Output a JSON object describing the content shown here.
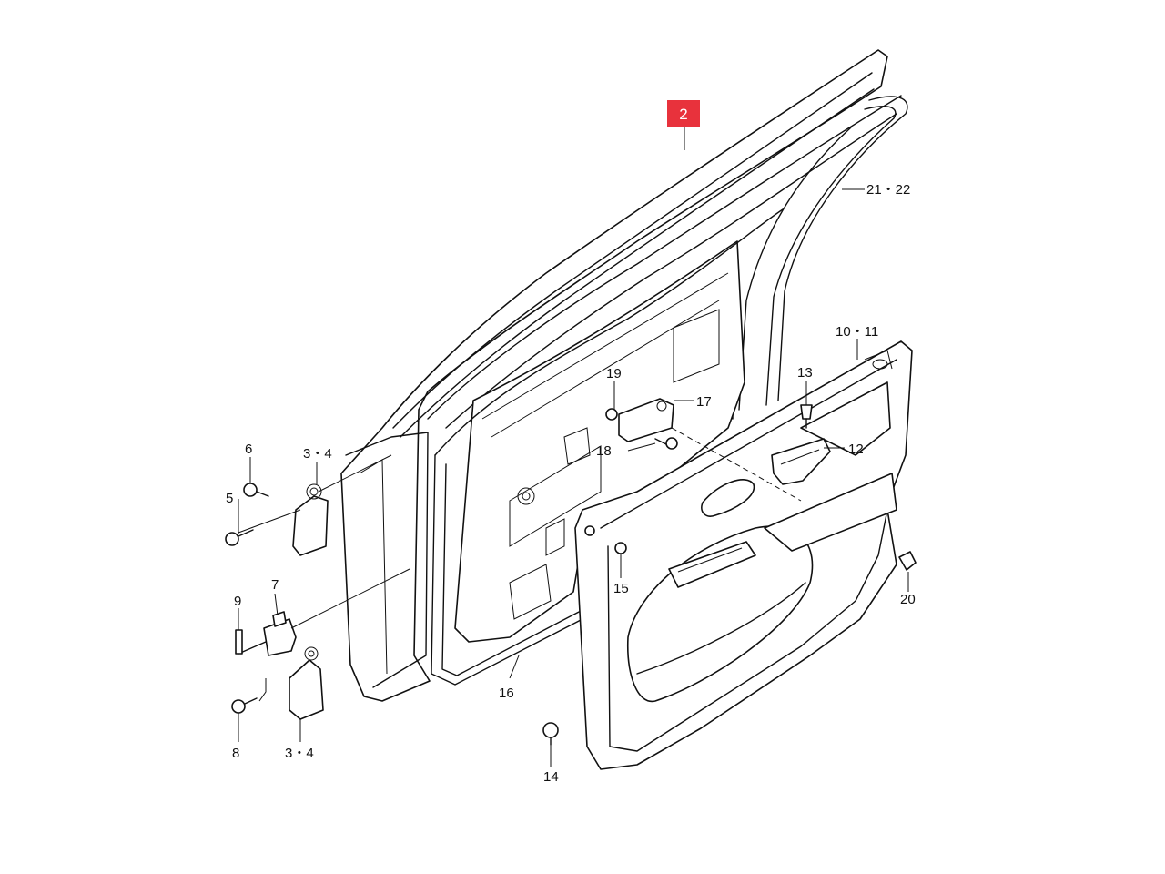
{
  "highlight": {
    "part_number": "2",
    "color": "#e8323c"
  },
  "callouts": {
    "c21_22": "21・22",
    "c10_11": "10・11",
    "c13": "13",
    "c12": "12",
    "c19": "19",
    "c17": "17",
    "c18": "18",
    "c6": "6",
    "c3_4_top": "3・4",
    "c5": "5",
    "c7": "7",
    "c9": "9",
    "c8": "8",
    "c3_4_bottom": "3・4",
    "c16": "16",
    "c15": "15",
    "c20": "20",
    "c14": "14"
  }
}
